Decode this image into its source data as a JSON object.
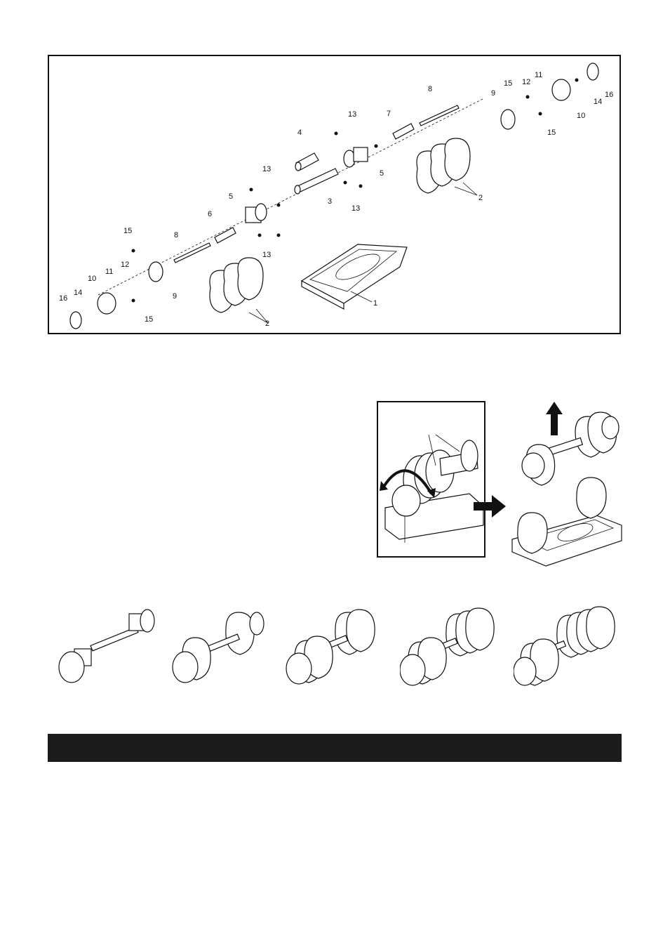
{
  "exploded_view": {
    "callouts": [
      {
        "id": "c1",
        "text": "1"
      },
      {
        "id": "c2a",
        "text": "2"
      },
      {
        "id": "c2b",
        "text": "2"
      },
      {
        "id": "c3",
        "text": "3"
      },
      {
        "id": "c4",
        "text": "4"
      },
      {
        "id": "c5a",
        "text": "5"
      },
      {
        "id": "c5b",
        "text": "5"
      },
      {
        "id": "c6",
        "text": "6"
      },
      {
        "id": "c7",
        "text": "7"
      },
      {
        "id": "c8a",
        "text": "8"
      },
      {
        "id": "c8b",
        "text": "8"
      },
      {
        "id": "c9a",
        "text": "9"
      },
      {
        "id": "c9b",
        "text": "9"
      },
      {
        "id": "c10a",
        "text": "10"
      },
      {
        "id": "c10b",
        "text": "10"
      },
      {
        "id": "c11a",
        "text": "11"
      },
      {
        "id": "c11b",
        "text": "11"
      },
      {
        "id": "c12a",
        "text": "12"
      },
      {
        "id": "c12b",
        "text": "12"
      },
      {
        "id": "c13a",
        "text": "13"
      },
      {
        "id": "c13b",
        "text": "13"
      },
      {
        "id": "c13c",
        "text": "13"
      },
      {
        "id": "c13d",
        "text": "13"
      },
      {
        "id": "c14a",
        "text": "14"
      },
      {
        "id": "c14b",
        "text": "14"
      },
      {
        "id": "c15a",
        "text": "15"
      },
      {
        "id": "c15b",
        "text": "15"
      },
      {
        "id": "c15c",
        "text": "15"
      },
      {
        "id": "c15d",
        "text": "15"
      },
      {
        "id": "c16a",
        "text": "16"
      },
      {
        "id": "c16b",
        "text": "16"
      }
    ]
  },
  "weight_sequence": {
    "count": 5
  },
  "icons": {
    "rotate": "rotate-arrow-icon",
    "lift": "up-arrow-icon",
    "next": "right-arrow-icon"
  },
  "colors": {
    "ink": "#111111",
    "bar": "#1b1b1b",
    "paper": "#ffffff"
  }
}
